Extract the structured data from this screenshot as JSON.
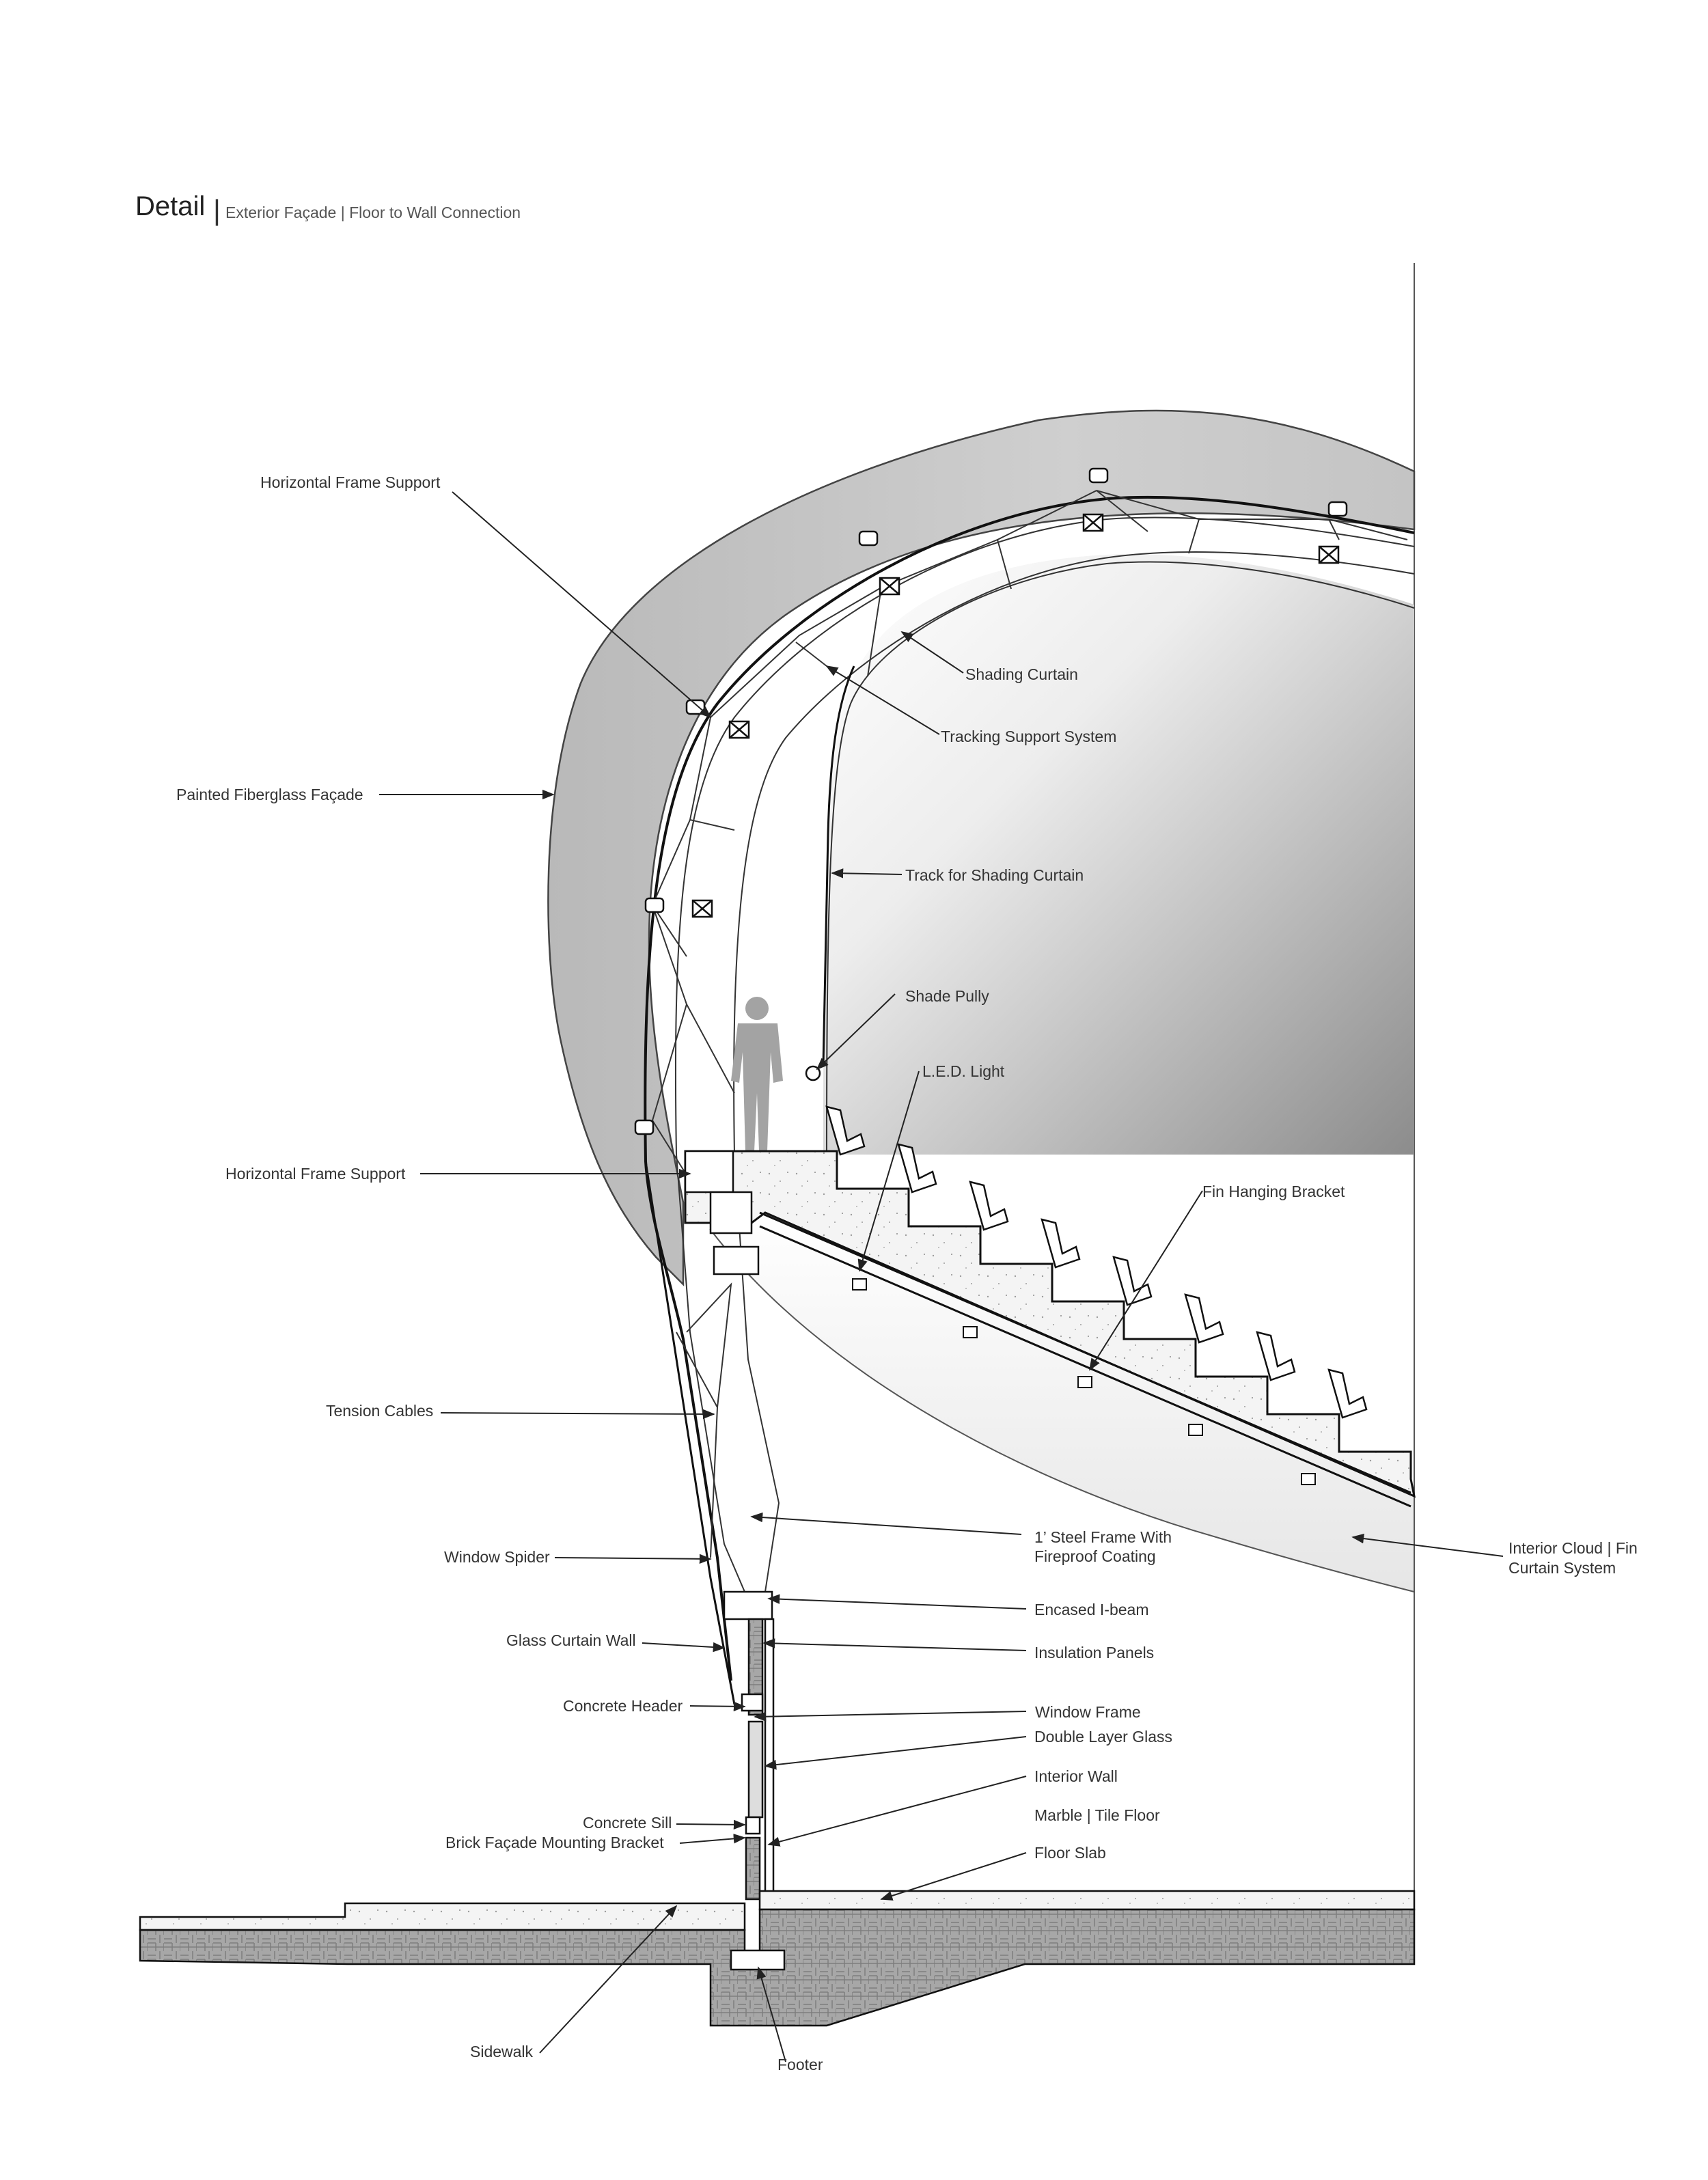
{
  "title": {
    "main": "Detail",
    "separator": "|",
    "subtitle": "Exterior Façade | Floor to Wall Connection"
  },
  "labels": {
    "horizontal_frame_support_top": "Horizontal Frame Support",
    "shading_curtain": "Shading Curtain",
    "tracking_support_system": "Tracking Support System",
    "painted_fiberglass_facade": "Painted Fiberglass Façade",
    "track_for_shading_curtain": "Track for Shading Curtain",
    "shade_pully": "Shade Pully",
    "led_light": "L.E.D. Light",
    "horizontal_frame_support_bottom": "Horizontal Frame Support",
    "fin_hanging_bracket": "Fin Hanging Bracket",
    "tension_cables": "Tension Cables",
    "steel_frame_line1": "1’ Steel Frame With",
    "steel_frame_line2": "Fireproof Coating",
    "interior_cloud_line1": "Interior Cloud | Fin",
    "interior_cloud_line2": "Curtain System",
    "window_spider": "Window Spider",
    "encased_ibeam": "Encased I-beam",
    "glass_curtain_wall": "Glass Curtain Wall",
    "insulation_panels": "Insulation Panels",
    "concrete_header": "Concrete Header",
    "window_frame": "Window Frame",
    "double_layer_glass": "Double Layer Glass",
    "interior_wall": "Interior Wall",
    "concrete_sill": "Concrete Sill",
    "marble_tile_floor": "Marble | Tile Floor",
    "brick_facade_mounting_bracket": "Brick Façade Mounting Bracket",
    "floor_slab": "Floor Slab",
    "sidewalk": "Sidewalk",
    "footer": "Footer"
  },
  "colors": {
    "facade_shell": "#c9c9c9",
    "interior_dark": "#8f8f8f",
    "interior_light": "#ffffff",
    "ground_hatch": "#9a9a9a",
    "line": "#222222",
    "person": "#a3a3a3"
  }
}
